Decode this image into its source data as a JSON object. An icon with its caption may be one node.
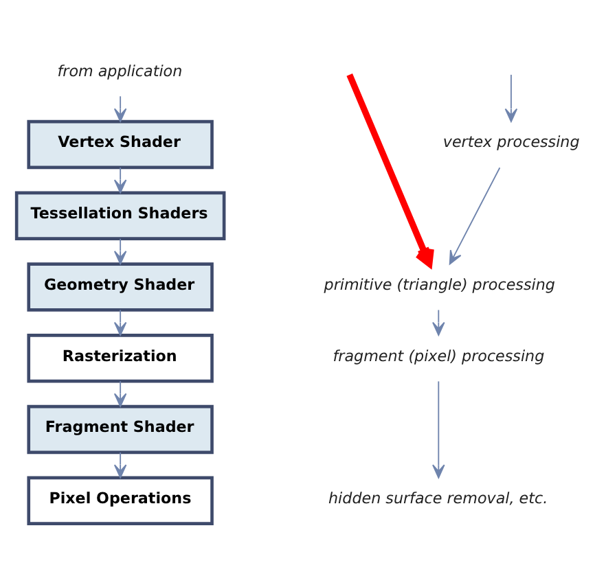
{
  "diagram": {
    "nodes": [
      {
        "text": [
          "from application"
        ]
      },
      {
        "text": [
          "Vertex Shader"
        ]
      },
      {
        "text": [
          "Tessellation Shaders"
        ]
      },
      {
        "text": [
          "Geometry Shader"
        ]
      },
      {
        "text": [
          "Rasterization"
        ]
      },
      {
        "text": [
          "Fragment Shader"
        ]
      },
      {
        "text": [
          "Pixel Operations"
        ]
      },
      {
        "text": [
          "vertex processing"
        ]
      },
      {
        "text": [
          "primitive (triangle) processing"
        ]
      },
      {
        "text": [
          "fragment (pixel) processing"
        ]
      },
      {
        "text": [
          "hidden surface removal, etc."
        ]
      }
    ],
    "edges": [
      {
        "from": 0,
        "to": 1,
        "arrow": "to"
      },
      {
        "from": 1,
        "to": 2,
        "arrow": "to"
      },
      {
        "from": 2,
        "to": 3,
        "arrow": "to"
      },
      {
        "from": 3,
        "to": 4,
        "arrow": "to"
      },
      {
        "from": 4,
        "to": 5,
        "arrow": "to"
      },
      {
        "from": 5,
        "to": 6,
        "arrow": "to"
      },
      {
        "from": null,
        "to": 7,
        "arrow": "to"
      },
      {
        "from": 7,
        "to": 8,
        "arrow": "to"
      },
      {
        "from": 8,
        "to": 9,
        "arrow": "to"
      },
      {
        "from": 9,
        "to": 10,
        "arrow": "to"
      },
      {
        "from": null,
        "to": 8,
        "arrow": "to",
        "style": "thick",
        "color": "#ff0000"
      }
    ]
  }
}
